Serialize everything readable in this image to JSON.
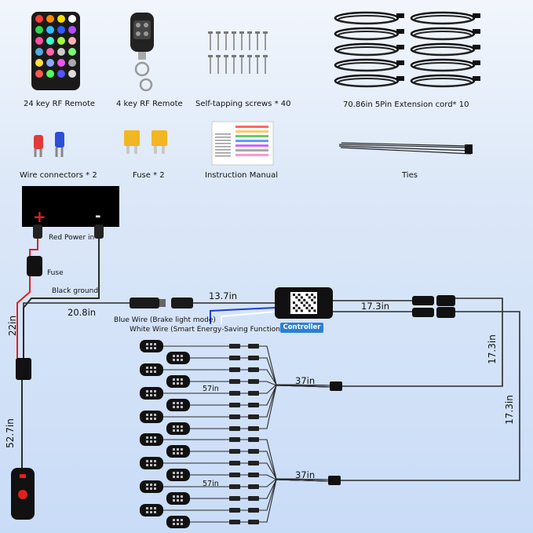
{
  "items": {
    "remote24_label": "24 key RF Remote",
    "remote4_label": "4 key RF Remote",
    "screws_label": "Self-tapping screws * 40",
    "extension_label": "70.86in 5Pin Extension cord* 10",
    "wire_connectors_label": "Wire connectors * 2",
    "fuse_label": "Fuse * 2",
    "manual_label": "Instruction Manual",
    "ties_label": "Ties"
  },
  "wiring": {
    "red_power": "Red Power in",
    "fuse": "Fuse",
    "black_ground": "Black ground",
    "blue_wire": "Blue Wire (Brake light mode)",
    "white_wire": "White Wire (Smart Energy-Saving Function)",
    "controller": "Controller",
    "plus": "+",
    "minus": "-"
  },
  "dimensions": {
    "d_13_7": "13.7in",
    "d_20_8": "20.8in",
    "d_17_3_top": "17.3in",
    "d_17_3_right": "17.3in",
    "d_17_3_far": "17.3in",
    "d_22": "22in",
    "d_52_7": "52.7in",
    "d_37_a": "37in",
    "d_37_b": "37in",
    "d_57_a": "57in",
    "d_57_b": "57in"
  },
  "colors": {
    "wire": "#2a2a2a",
    "red_wire": "#e02020",
    "blue_wire": "#1f3fd0",
    "accent_blue": "#2b7fd6"
  }
}
